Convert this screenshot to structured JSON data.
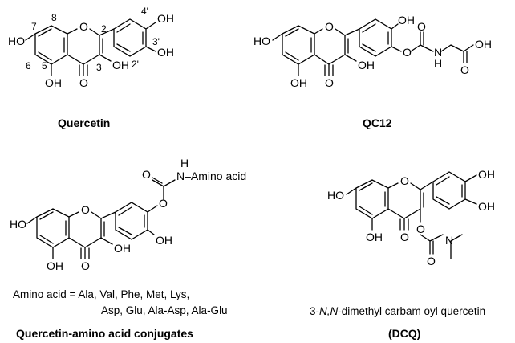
{
  "structures": {
    "quercetin": {
      "name": "Quercetin",
      "atoms": {
        "ho7": "HO",
        "oh5": "OH",
        "o4": "O",
        "oh3": "OH",
        "oh3p": "OH",
        "oh4p": "OH",
        "o1": "O"
      },
      "positions": {
        "n2": "2",
        "n3": "3",
        "n5": "5",
        "n6": "6",
        "n7": "7",
        "n8": "8",
        "n2p": "2'",
        "n3p": "3'",
        "n4p": "4'"
      }
    },
    "qc12": {
      "name": "QC12",
      "atoms": {
        "ho7": "HO",
        "oh5": "OH",
        "o4": "O",
        "oh3": "OH",
        "oh4p": "OH",
        "o1": "O",
        "oc": "O",
        "co": "O",
        "nh": "N",
        "h": "H",
        "cooh_o": "O",
        "cooh_oh": "OH"
      }
    },
    "conjugates": {
      "name": "Quercetin-amino acid conjugates",
      "atoms": {
        "ho7": "HO",
        "oh5": "OH",
        "o4": "O",
        "oh3": "OH",
        "oh3p": "OH",
        "o1": "O",
        "oc": "O",
        "co": "O",
        "nh": "H"
      },
      "substituent": "N–Amino acid",
      "footnote_line1": "Amino acid = Ala, Val, Phe, Met, Lys,",
      "footnote_line2": "Asp, Glu, Ala-Asp, Ala-Glu"
    },
    "dcq": {
      "full_name_prefix": "3-",
      "full_name_italic": "N,N",
      "full_name_suffix": "-dimethyl carbam oyl quercetin",
      "abbrev": "(DCQ)",
      "atoms": {
        "ho7": "HO",
        "oh5": "OH",
        "o4": "O",
        "oh3p": "OH",
        "oh4p": "OH",
        "o1": "O",
        "oc": "O",
        "co": "O",
        "n": "N"
      }
    }
  }
}
